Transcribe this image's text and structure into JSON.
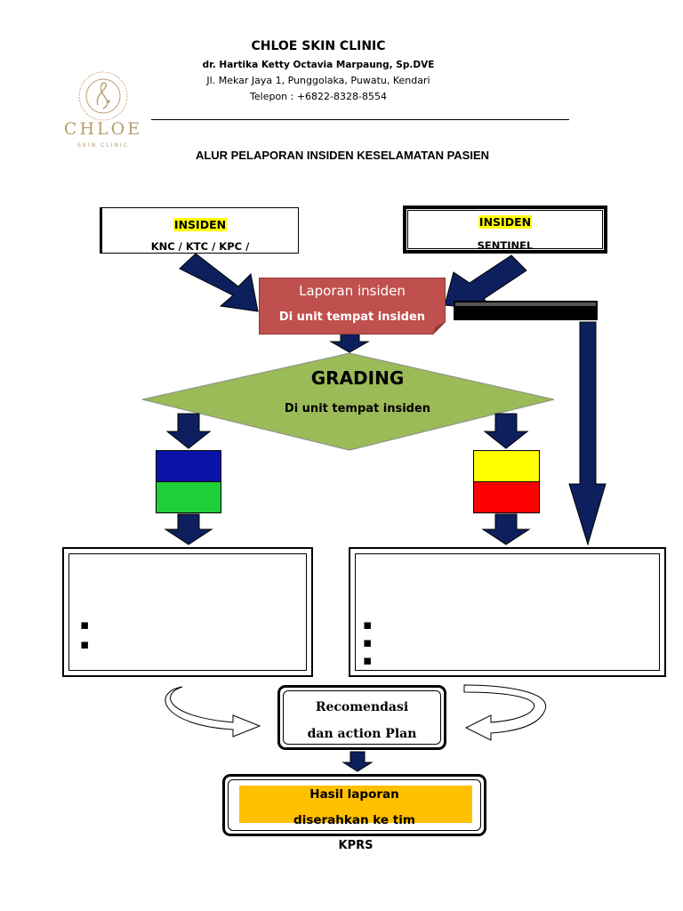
{
  "header": {
    "clinic_name": "CHLOE SKIN CLINIC",
    "doctor": "dr. Hartika Ketty Octavia Marpaung, Sp.DVE",
    "address": "Jl. Mekar Jaya 1, Punggolaka, Puwatu, Kendari",
    "phone": "Telepon : +6822-8328-8554",
    "logo_word": "CHLOE",
    "logo_sub": "SKIN CLINIC"
  },
  "title": "ALUR PELAPORAN INSIDEN KESELAMATAN PASIEN",
  "incident_left": {
    "label": "INSIDEN",
    "types": "KNC / KTC / KPC /"
  },
  "incident_right": {
    "label": "INSIDEN",
    "types": "SENTINEL"
  },
  "report": {
    "title": "Laporan insiden",
    "location": "Di unit tempat insiden"
  },
  "grading": {
    "title": "GRADING",
    "location": "Di unit tempat insiden"
  },
  "grade_colors": {
    "left": [
      "#0a14a8",
      "#1fcf3a"
    ],
    "right": [
      "#ffff00",
      "#ff0000"
    ]
  },
  "recommendation": {
    "line1": "Recomendasi",
    "line2": "dan action Plan"
  },
  "result": {
    "line1": "Hasil laporan",
    "line2": "diserahkan ke tim",
    "line3": "KPRS"
  },
  "bullets": {
    "left": [
      "▪",
      "▪"
    ],
    "right": [
      "▪",
      "▪",
      "▪"
    ]
  },
  "colors": {
    "arrow_navy": "#0d1f5c",
    "report_red": "#c0504d",
    "diamond_green": "#9bbb59",
    "highlight_yellow": "#ffff00",
    "result_orange": "#ffc000",
    "logo_gold": "#b79f6a"
  }
}
